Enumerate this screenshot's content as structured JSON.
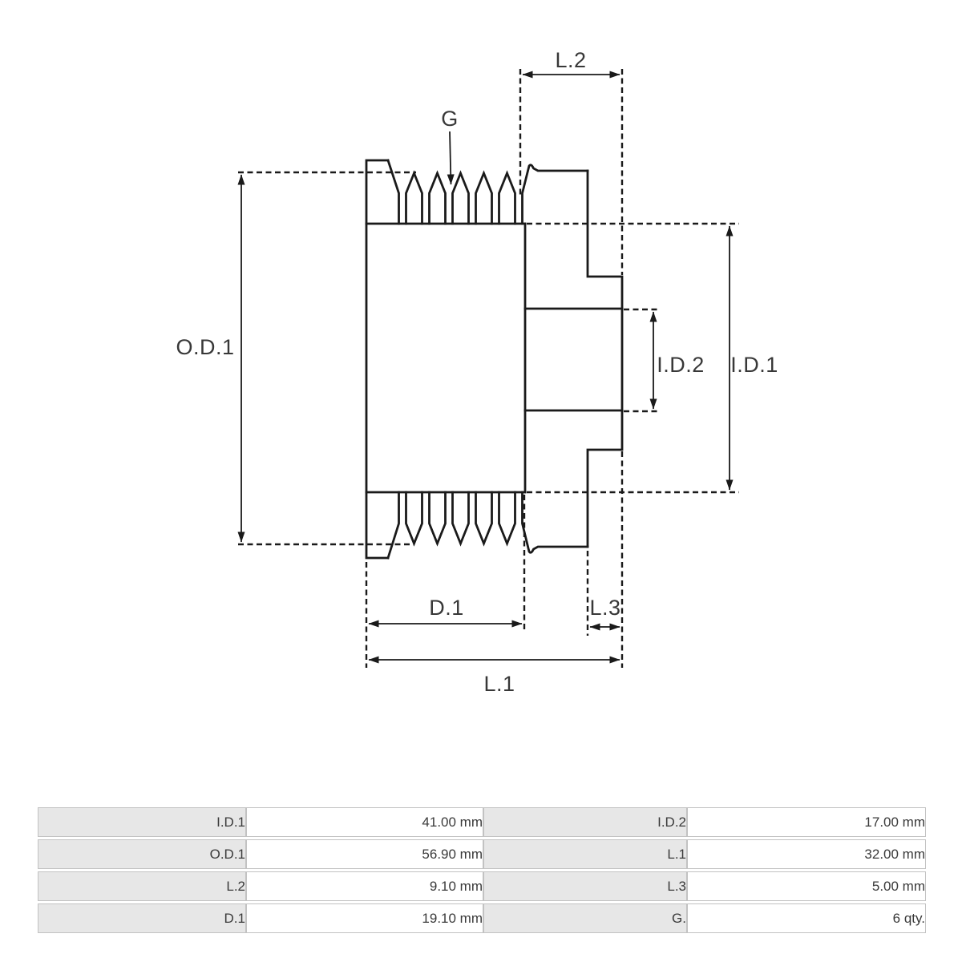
{
  "diagram": {
    "type": "technical-drawing",
    "subject": "pulley-cross-section",
    "groove_count_shown": 6,
    "line_color": "#1a1a1a",
    "labels": {
      "od1": "O.D.1",
      "id1": "I.D.1",
      "id2": "I.D.2",
      "d1": "D.1",
      "l1": "L.1",
      "l2": "L.2",
      "l3": "L.3",
      "g": "G"
    }
  },
  "table": {
    "label_bg": "#e7e7e7",
    "value_bg": "#ffffff",
    "border_color": "#c2c2c2",
    "rows": [
      {
        "l1": "I.D.1",
        "v1": "41.00 mm",
        "l2": "I.D.2",
        "v2": "17.00 mm"
      },
      {
        "l1": "O.D.1",
        "v1": "56.90 mm",
        "l2": "L.1",
        "v2": "32.00 mm"
      },
      {
        "l1": "L.2",
        "v1": "9.10 mm",
        "l2": "L.3",
        "v2": "5.00 mm"
      },
      {
        "l1": "D.1",
        "v1": "19.10 mm",
        "l2": "G.",
        "v2": "6 qty."
      }
    ]
  }
}
